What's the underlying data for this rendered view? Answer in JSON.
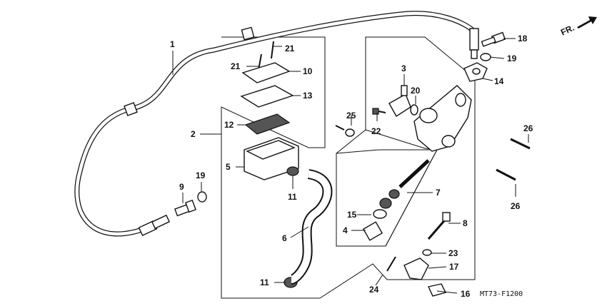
{
  "diagram": {
    "orientation_label": "FR.",
    "drawing_code": "MT73-F1200",
    "callouts": [
      {
        "id": "c1",
        "label": "1"
      },
      {
        "id": "c2",
        "label": "2"
      },
      {
        "id": "c3",
        "label": "3"
      },
      {
        "id": "c4",
        "label": "4"
      },
      {
        "id": "c5",
        "label": "5"
      },
      {
        "id": "c6",
        "label": "6"
      },
      {
        "id": "c7",
        "label": "7"
      },
      {
        "id": "c8",
        "label": "8"
      },
      {
        "id": "c9",
        "label": "9"
      },
      {
        "id": "c10",
        "label": "10"
      },
      {
        "id": "c11a",
        "label": "11"
      },
      {
        "id": "c11b",
        "label": "11"
      },
      {
        "id": "c12",
        "label": "12"
      },
      {
        "id": "c13",
        "label": "13"
      },
      {
        "id": "c14",
        "label": "14"
      },
      {
        "id": "c15",
        "label": "15"
      },
      {
        "id": "c16",
        "label": "16"
      },
      {
        "id": "c17",
        "label": "17"
      },
      {
        "id": "c18",
        "label": "18"
      },
      {
        "id": "c19a",
        "label": "19"
      },
      {
        "id": "c19b",
        "label": "19"
      },
      {
        "id": "c20",
        "label": "20"
      },
      {
        "id": "c21a",
        "label": "21"
      },
      {
        "id": "c21b",
        "label": "21"
      },
      {
        "id": "c22",
        "label": "22"
      },
      {
        "id": "c23",
        "label": "23"
      },
      {
        "id": "c24",
        "label": "24"
      },
      {
        "id": "c25",
        "label": "25"
      },
      {
        "id": "c26a",
        "label": "26"
      },
      {
        "id": "c26b",
        "label": "26"
      }
    ]
  }
}
